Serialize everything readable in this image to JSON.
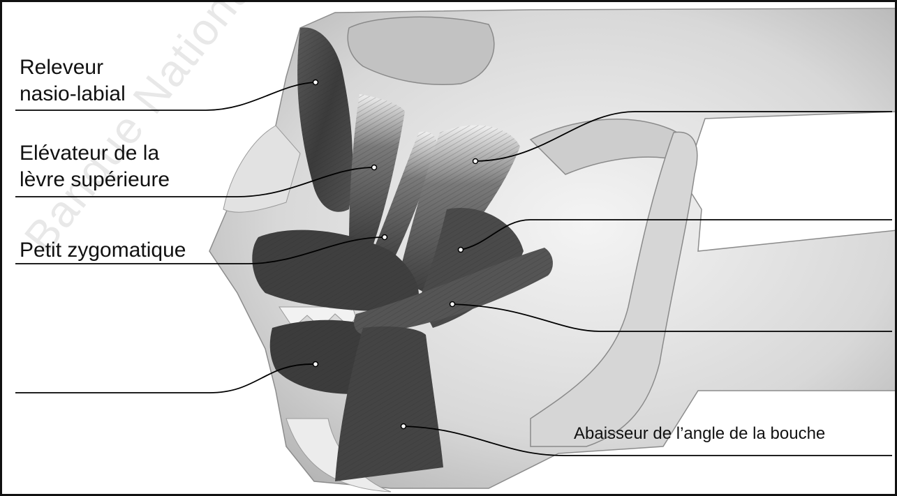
{
  "diagram": {
    "labels": {
      "releveur_line1": "Releveur",
      "releveur_line2": "nasio-labial",
      "elevateur_line1": "Elévateur de la",
      "elevateur_line2": "lèvre supérieure",
      "petit_zygomatique": "Petit zygomatique",
      "abaisseur": "Abaisseur de l’angle de la bouche"
    },
    "watermark": "Banque Nationale des Sujets d'Examen",
    "colors": {
      "frame": "#111111",
      "bone": "#dcdcdc",
      "bone_shadow": "#a9a9a9",
      "muscle_dark": "#3a3a3a",
      "muscle_mid": "#6b6b6b",
      "leader_line": "#000000"
    }
  }
}
